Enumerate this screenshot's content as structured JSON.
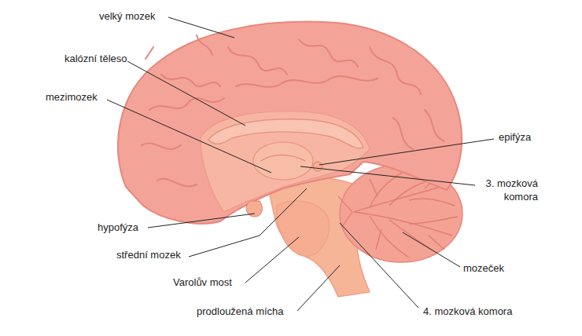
{
  "diagram": {
    "labels": [
      "velký mozek",
      "kalózní těleso",
      "mezimozek",
      "epifýza",
      "3. mozková komora",
      "hypofýza",
      "střední mozek",
      "mozeček",
      "Varolův most",
      "prodloužená mícha",
      "4. mozková komora"
    ]
  }
}
